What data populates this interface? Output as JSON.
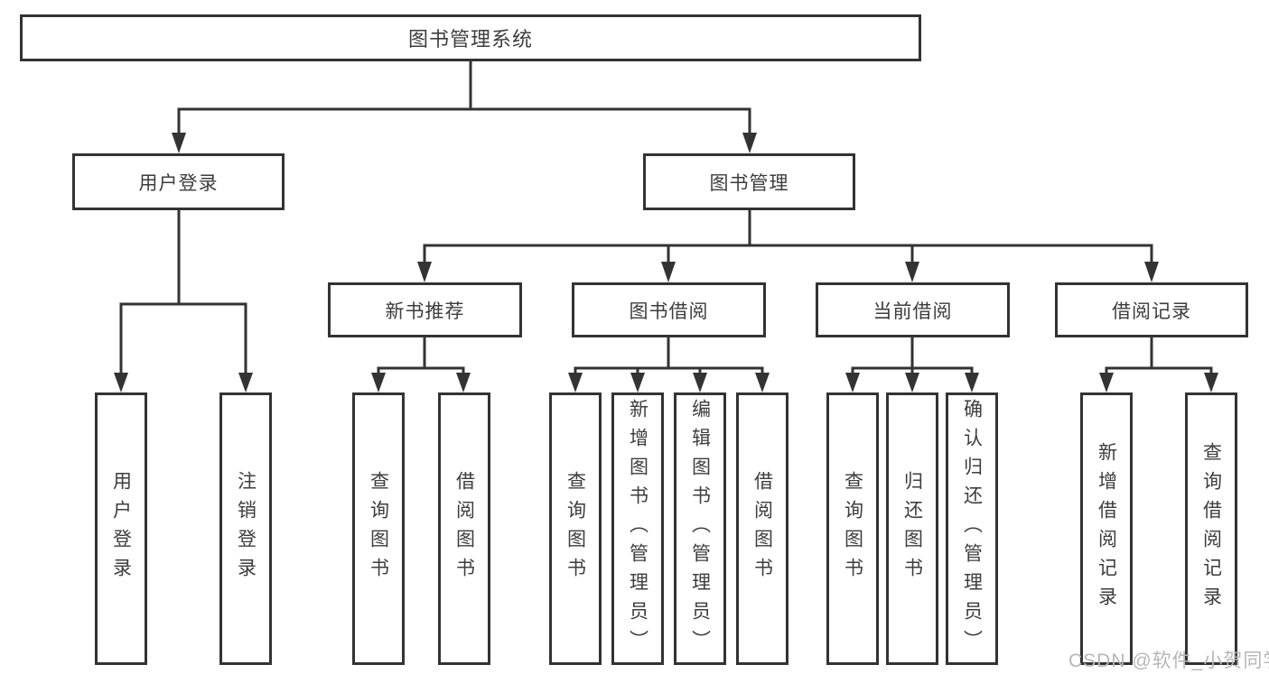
{
  "diagram": {
    "title": "图书管理系统",
    "root": {
      "label": "图书管理系统"
    },
    "user_login": {
      "label": "用户登录",
      "children": [
        {
          "label": "用户登录"
        },
        {
          "label": "注销登录"
        }
      ]
    },
    "book_mgmt": {
      "label": "图书管理",
      "children_labels": [
        "新书推荐",
        "图书借阅",
        "当前借阅",
        "借阅记录"
      ]
    },
    "new_book_rec": {
      "label": "新书推荐",
      "children": [
        {
          "label": "查询图书"
        },
        {
          "label": "借阅图书"
        }
      ]
    },
    "book_borrow": {
      "label": "图书借阅",
      "children": [
        {
          "label": "查询图书"
        },
        {
          "label": "新增图书（管理员）"
        },
        {
          "label": "编辑图书（管理员）"
        },
        {
          "label": "借阅图书"
        }
      ]
    },
    "current_borrow": {
      "label": "当前借阅",
      "children": [
        {
          "label": "查询图书"
        },
        {
          "label": "归还图书"
        },
        {
          "label": "确认归还（管理员）"
        }
      ]
    },
    "borrow_records": {
      "label": "借阅记录",
      "children": [
        {
          "label": "新增借阅记录"
        },
        {
          "label": "查询借阅记录"
        }
      ]
    }
  },
  "colors": {
    "line": "#333333",
    "box_border": "#333333",
    "box_fill": "#ffffff",
    "text": "#3d3d3d",
    "watermark": "#b6b6b6"
  },
  "watermark": {
    "text": "CSDN @软件_小贺同学"
  }
}
